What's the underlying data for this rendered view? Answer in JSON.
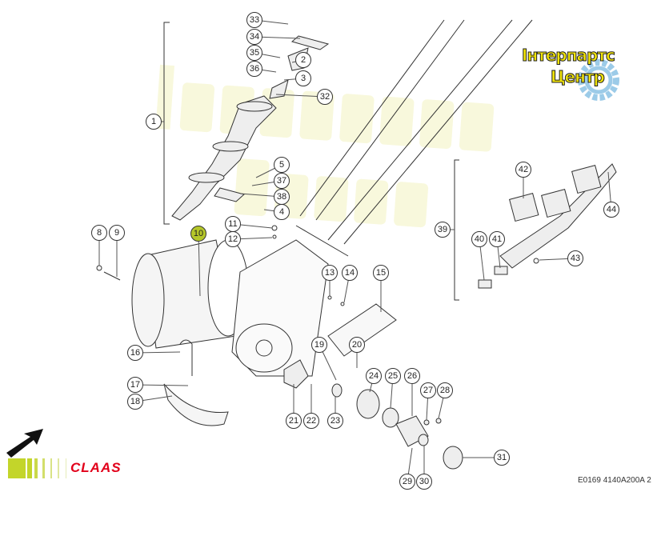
{
  "watermark": {
    "line1": "Інтерпартс",
    "line2": "Центр"
  },
  "logo": {
    "line1": "Інтерпартс",
    "line2": "Центр",
    "gear_color": "#9ccbe8",
    "text_color": "#f1e40a"
  },
  "brand": {
    "name": "CLAAS",
    "color": "#e2001a",
    "stripe_color": "#c3d52a"
  },
  "drawing_code": "E0169 4140A200A 2",
  "highlight_color": "#b5c72a",
  "callouts": [
    "33",
    "34",
    "35",
    "2",
    "36",
    "3",
    "32",
    "1",
    "5",
    "37",
    "38",
    "4",
    "11",
    "12",
    "10",
    "8",
    "9",
    "13",
    "14",
    "15",
    "16",
    "17",
    "18",
    "19",
    "20",
    "24",
    "25",
    "26",
    "27",
    "28",
    "21",
    "22",
    "23",
    "29",
    "30",
    "31",
    "39",
    "40",
    "41",
    "42",
    "43",
    "44"
  ],
  "highlighted_callout": "10"
}
